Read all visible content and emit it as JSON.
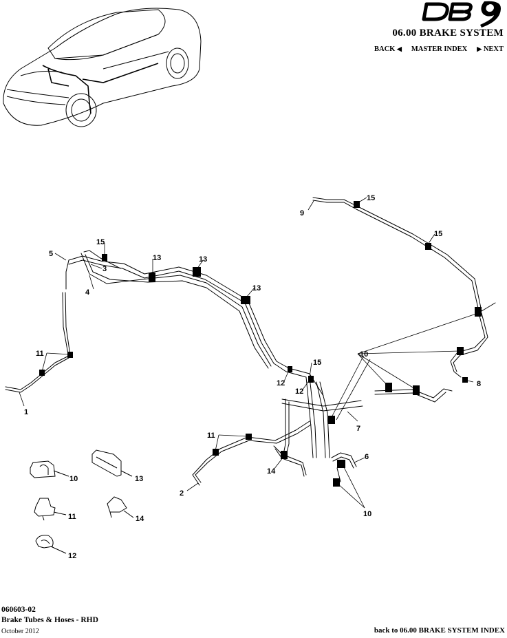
{
  "header": {
    "model": "DB9",
    "system_title": "06.00 BRAKE SYSTEM",
    "nav": {
      "back": "BACK",
      "master_index": "MASTER INDEX",
      "next": "NEXT"
    }
  },
  "callouts": [
    "1",
    "2",
    "3",
    "4",
    "5",
    "6",
    "7",
    "8",
    "9",
    "10",
    "11",
    "12",
    "13",
    "14",
    "15"
  ],
  "footer": {
    "code": "060603-02",
    "description": "Brake Tubes & Hoses - RHD",
    "date": "October 2012",
    "back_link": "back to 06.00 BRAKE SYSTEM INDEX"
  }
}
